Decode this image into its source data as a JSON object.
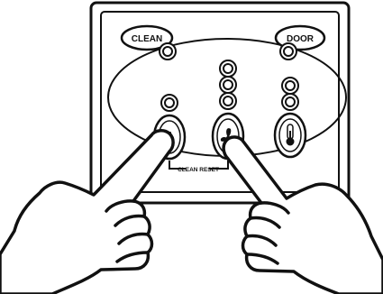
{
  "panel": {
    "labels": {
      "clean": "CLEAN",
      "door": "DOOR",
      "clean_reset": "CLEAN RESET"
    },
    "buttons": [
      {
        "name": "power-button",
        "icon": "power-icon"
      },
      {
        "name": "fan-button",
        "icon": "fan-icon"
      },
      {
        "name": "temperature-button",
        "icon": "thermometer-icon"
      }
    ],
    "indicator_groups": {
      "clean": 1,
      "door": 1,
      "power": 1,
      "fan": 3,
      "temperature": 2
    }
  },
  "hands": {
    "left": "left-hand-pressing",
    "right": "right-hand-pressing"
  },
  "colors": {
    "stroke": "#111111",
    "fill": "#ffffff"
  }
}
